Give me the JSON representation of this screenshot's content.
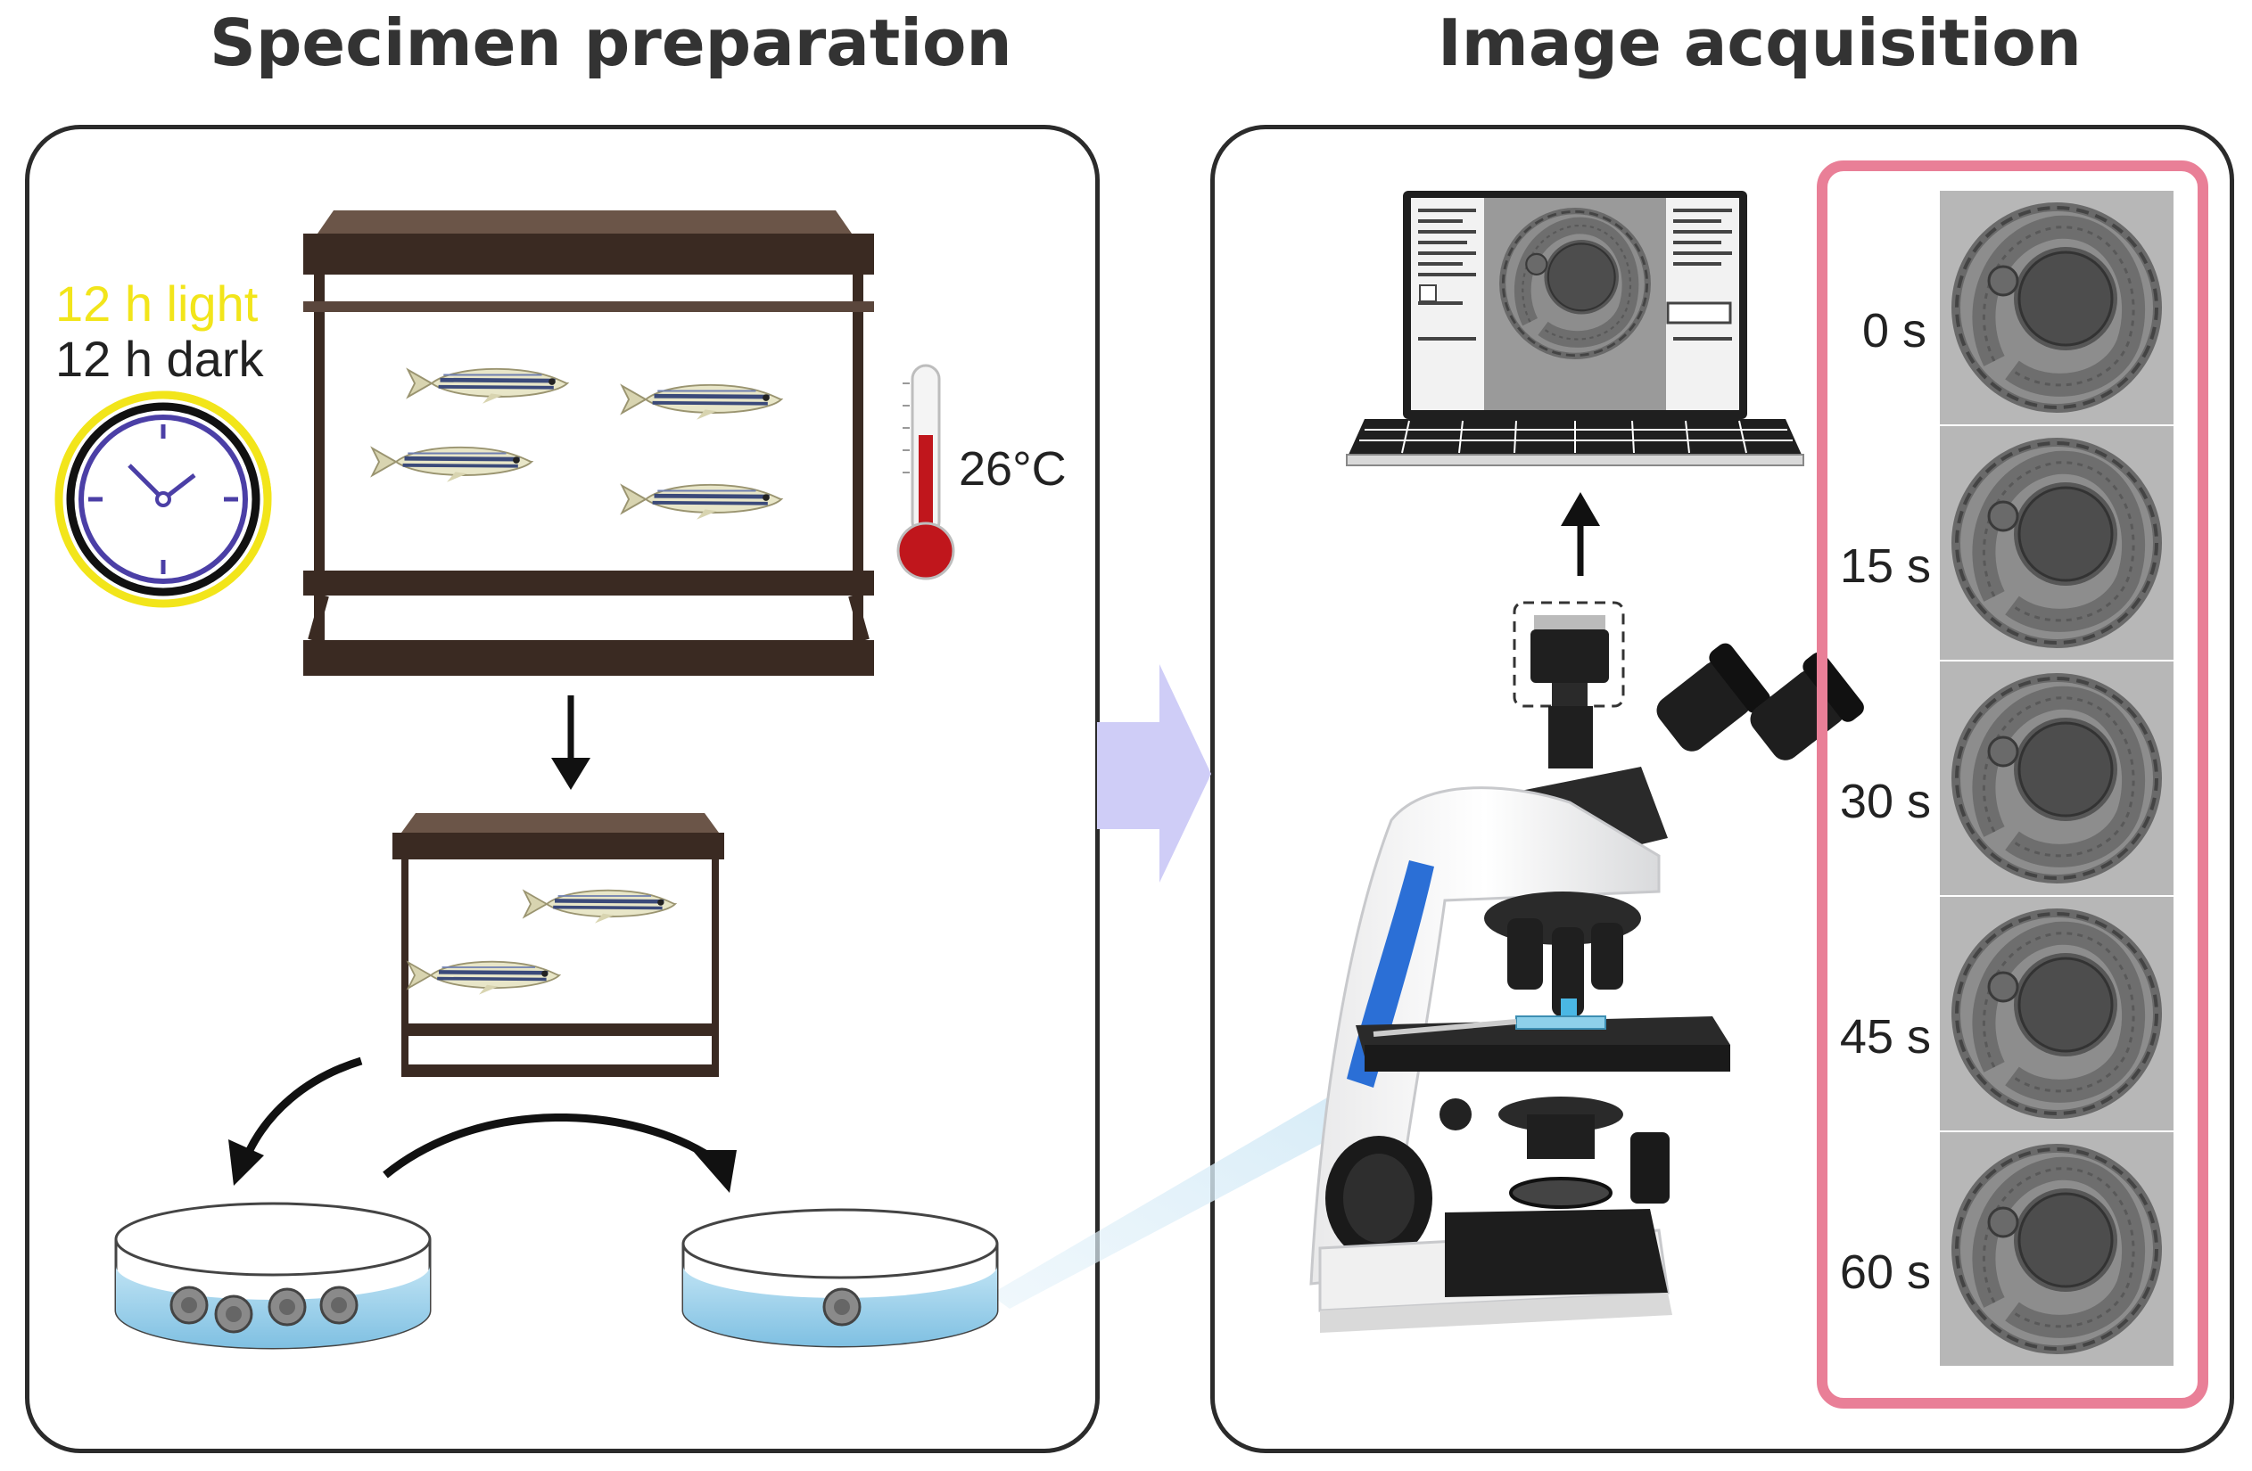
{
  "titles": {
    "left": "Specimen preparation",
    "right": "Image acquisition"
  },
  "conditions": {
    "light": "12 h light",
    "dark": "12 h dark",
    "temperature": "26°C"
  },
  "timepoints": [
    "0 s",
    "15 s",
    "30 s",
    "45 s",
    "60 s"
  ],
  "colors": {
    "light_text": "#f2e51a",
    "timelapse_border": "#e97f97",
    "transfer_arrow": "#cfcdf7",
    "water": "#9fd0ea",
    "tank_frame": "#3a2a22",
    "objective_light": "#4ab7e4",
    "microscope_accent": "#2b6fd6"
  },
  "icons": [
    "clock-icon",
    "thermometer-icon",
    "fish-tank-icon",
    "zebrafish-icon",
    "petri-dish-icon",
    "laptop-icon",
    "microscope-icon",
    "camera-icon",
    "embryo-frame"
  ]
}
